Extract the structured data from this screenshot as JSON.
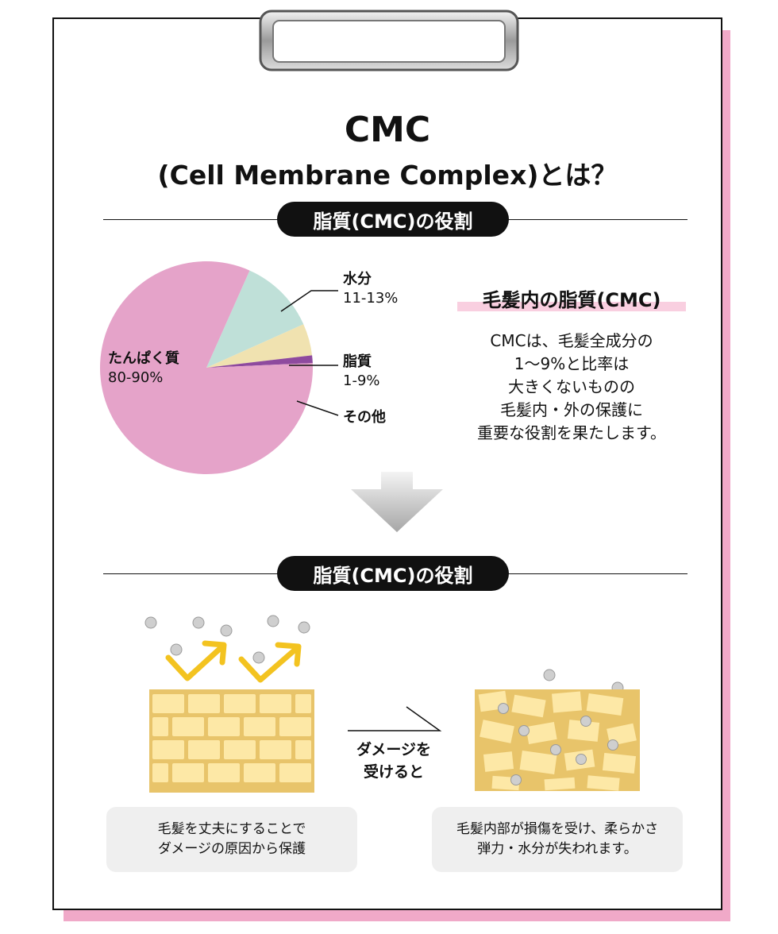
{
  "title": {
    "line1": "CMC",
    "line2": "(Cell Membrane Complex)とは？"
  },
  "section1": {
    "label": "脂質(CMC)の役割"
  },
  "section2": {
    "label": "脂質(CMC)の役割"
  },
  "chart_data": {
    "type": "pie",
    "slices": [
      {
        "name": "たんぱく質",
        "value_label": "80-90%",
        "value": 85,
        "color": "#e5a3c9"
      },
      {
        "name": "水分",
        "value_label": "11-13%",
        "value": 12,
        "color": "#bfe0d8"
      },
      {
        "name": "脂質",
        "value_label": "1-9%",
        "value": 5,
        "color": "#f0e2b0"
      },
      {
        "name": "その他",
        "value_label": "",
        "value": 1.2,
        "color": "#8e4a9e"
      }
    ]
  },
  "info": {
    "heading": "毛髪内の脂質(CMC)",
    "lines": [
      "CMCは、毛髪全成分の",
      "1〜9%と比率は",
      "大きくないものの",
      "毛髪内・外の保護に",
      "重要な役割を果たします。"
    ]
  },
  "transition": {
    "line1": "ダメージを",
    "line2": "受けると"
  },
  "captions": {
    "left": {
      "line1": "毛髪を丈夫にすることで",
      "line2": "ダメージの原因から保護"
    },
    "right": {
      "line1": "毛髪内部が損傷を受け、柔らかさ",
      "line2": "弾力・水分が失われます。"
    }
  },
  "colors": {
    "accent_pink": "#f0a9c8",
    "brick_fill": "#fde8a6",
    "mortar": "#e8c46a",
    "arrow_yellow": "#f3c320"
  }
}
